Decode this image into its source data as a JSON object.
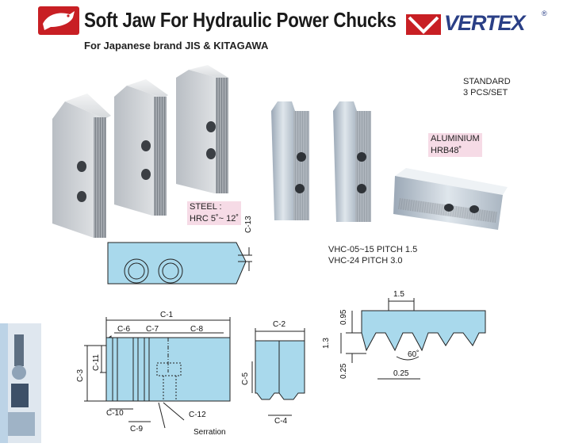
{
  "header": {
    "title": "Soft Jaw For Hydraulic Power Chucks",
    "subtitle": "For Japanese brand JIS & KITAGAWA",
    "brand_logo_text": "VERTEX",
    "registered_mark": "®"
  },
  "notes": {
    "standard_line1": "STANDARD",
    "standard_line2": "3 PCS/SET",
    "aluminium_line1": "ALUMINIUM",
    "aluminium_line2": "HRB48˚",
    "steel_line1": "STEEL :",
    "steel_line2": "HRC 5˚~ 12˚",
    "pitch_line1": "VHC-05~15 PITCH 1.5",
    "pitch_line2": "VHC-24 PITCH 3.0"
  },
  "dimensions": {
    "c1": "C-1",
    "c2": "C-2",
    "c3": "C-3",
    "c4": "C-4",
    "c5": "C-5",
    "c6": "C-6",
    "c7": "C-7",
    "c8": "C-8",
    "c9": "C-9",
    "c10": "C-10",
    "c11": "C-11",
    "c12": "C-12",
    "c13": "C-13",
    "serration": "Serration"
  },
  "serration_detail": {
    "pitch": "1.5",
    "height_top": "0.95",
    "height_total": "1.3",
    "height_bottom": "0.25",
    "flat": "0.25",
    "angle": "60˚"
  },
  "colors": {
    "accent_red": "#c81f24",
    "brand_blue": "#2a3f86",
    "drawing_fill": "#a9d9ec",
    "label_pink": "#f6dbe6"
  }
}
